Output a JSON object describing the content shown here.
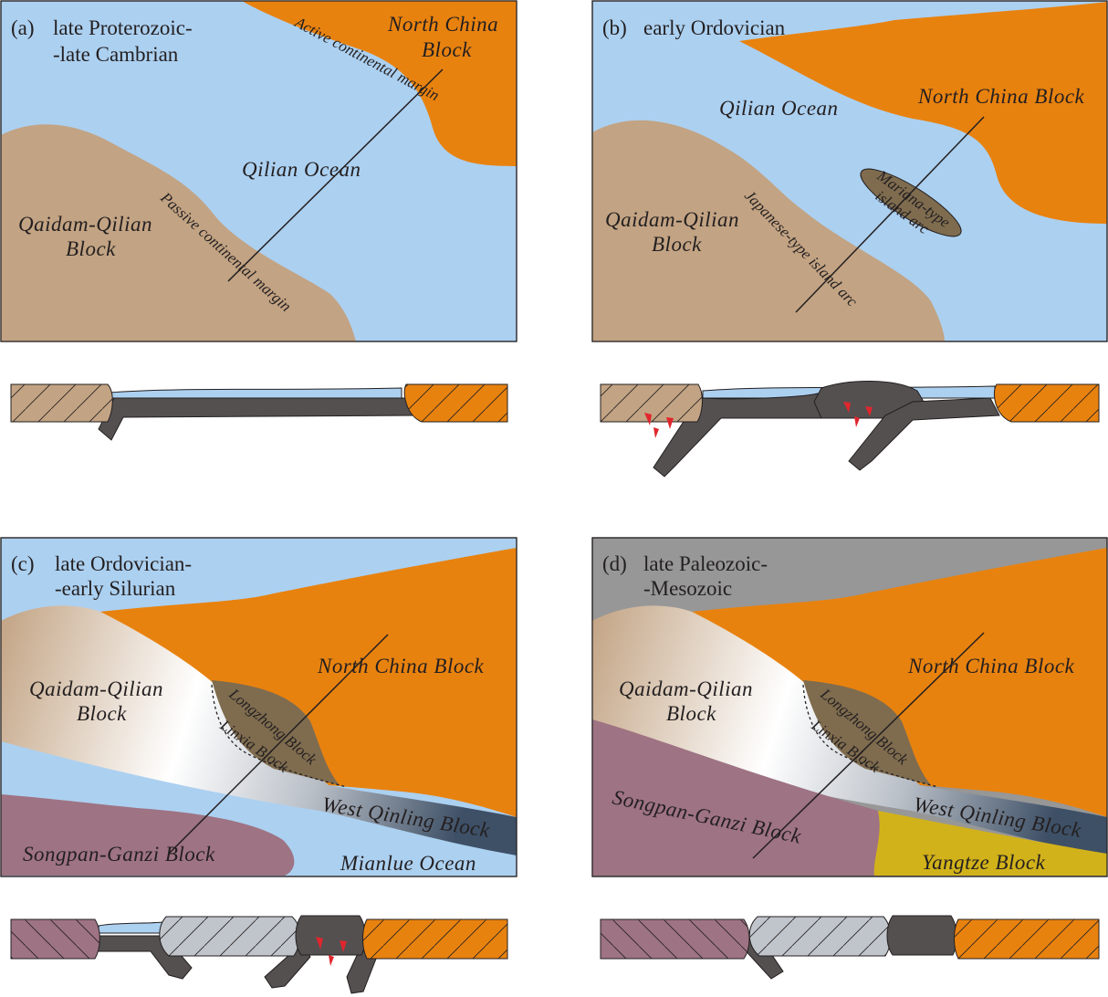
{
  "colors": {
    "ocean": "#acd0f0",
    "north_china": "#e8820f",
    "qaidam": "#c2a383",
    "arc": "#7f6c4f",
    "songpan": "#9e7383",
    "land_gray": "#979797",
    "yangtze": "#d2b21a",
    "slab": "#545050",
    "magma": "#e0262d",
    "west_qinling": "#3e5066"
  },
  "panels": {
    "a": {
      "tag": "(a)",
      "title1": "late Proterozoic-",
      "title2": "-late Cambrian",
      "north_china1": "North China",
      "north_china2": "Block",
      "active_margin": "Active continental margin",
      "ocean": "Qilian  Ocean",
      "qaidam1": "Qaidam-Qilian",
      "qaidam2": "Block",
      "passive_margin": "Passive continental margin"
    },
    "b": {
      "tag": "(b)",
      "title1": "early Ordovician",
      "north_china": "North China Block",
      "ocean": "Qilian  Ocean",
      "qaidam1": "Qaidam-Qilian",
      "qaidam2": "Block",
      "japanese_arc": "Japanese-type island arc",
      "mariana1": "Mariana-type",
      "mariana2": "island arc"
    },
    "c": {
      "tag": "(c)",
      "title1": "late Ordovician-",
      "title2": "-early Silurian",
      "north_china": "North China Block",
      "qaidam1": "Qaidam-Qilian",
      "qaidam2": "Block",
      "longzhong": "Longzhong Block",
      "linxia": "Linxia Block",
      "west_qinling": "West Qinling Block",
      "songpan": "Songpan-Ganzi Block",
      "mianlue": "Mianlue Ocean"
    },
    "d": {
      "tag": "(d)",
      "title1": "late Paleozoic-",
      "title2": "-Mesozoic",
      "north_china": "North China Block",
      "qaidam1": "Qaidam-Qilian",
      "qaidam2": "Block",
      "longzhong": "Longzhong Block",
      "linxia": "Linxia Block",
      "west_qinling": "West Qinling Block",
      "songpan": "Songpan-Ganzi Block",
      "yangtze": "Yangtze Block"
    }
  }
}
